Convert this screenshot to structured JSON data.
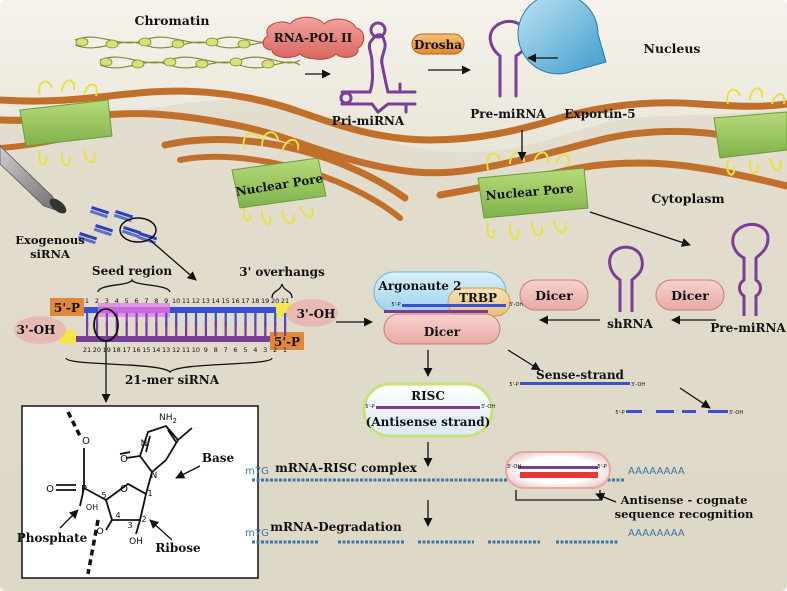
{
  "nucleus": {
    "chromatin": "Chromatin",
    "rna_pol": "RNA-POL II",
    "pri_mirna": "Pri-miRNA",
    "drosha": "Drosha",
    "pre_mirna": "Pre-miRNA",
    "exportin": "Exportin-5",
    "nucleus_label": "Nucleus",
    "cytoplasm_label": "Cytoplasm",
    "nuclear_pore_left": "Nuclear Pore",
    "nuclear_pore_right": "Nuclear Pore"
  },
  "sirna": {
    "exogenous": "Exogenous",
    "exogenous2": "siRNA",
    "seed_region": "Seed region",
    "overhangs": "3' overhangs",
    "five_p_top": "5'-P",
    "three_oh_top": "3'-OH",
    "three_oh_bottom": "3'-OH",
    "five_p_bottom": "5'-P",
    "mer_label": "21-mer siRNA",
    "top_numbers": [
      "1",
      "2",
      "3",
      "4",
      "5",
      "6",
      "7",
      "8",
      "9",
      "10",
      "11",
      "12",
      "13",
      "14",
      "15",
      "16",
      "17",
      "18",
      "19",
      "20",
      "21"
    ],
    "bottom_numbers": [
      "21",
      "20",
      "19",
      "18",
      "17",
      "16",
      "15",
      "14",
      "13",
      "12",
      "11",
      "10",
      "9",
      "8",
      "7",
      "6",
      "5",
      "4",
      "3",
      "2",
      "1"
    ]
  },
  "nucleotide": {
    "nh2": "NH",
    "nh2_sub": "2",
    "n_top": "N",
    "n_bottom": "N",
    "o_ring": "O",
    "base": "Base",
    "o1": "O",
    "p": "P",
    "o_double": "O",
    "oh_p": "OH",
    "o2": "O",
    "c5": "5",
    "c4": "4",
    "c3": "3",
    "c2": "2",
    "c1": "1",
    "o_sugar": "O",
    "oh_sugar": "OH",
    "phosphate": "Phosphate",
    "ribose": "Ribose",
    "equals": "="
  },
  "processing": {
    "argonaute": "Argonaute 2",
    "trbp": "TRBP",
    "dicer_complex": "Dicer",
    "dicer1": "Dicer",
    "dicer2": "Dicer",
    "shrna": "shRNA",
    "pre_mirna2": "Pre-miRNA",
    "five_p_small": "5'-P",
    "three_oh_small": "3'-OH",
    "sense_strand": "Sense-strand",
    "risc1": "RISC",
    "risc2": "(Antisense strand)",
    "mrna_risc": "mRNA-RISC complex",
    "mrna_deg": "mRNA-Degradation",
    "m7g1": "m7G",
    "m7g2": "m7G",
    "polyA1": "AAAAAAAA",
    "polyA2": "AAAAAAAA",
    "antisense1": "Antisense - cognate",
    "antisense2": "sequence recognition"
  }
}
